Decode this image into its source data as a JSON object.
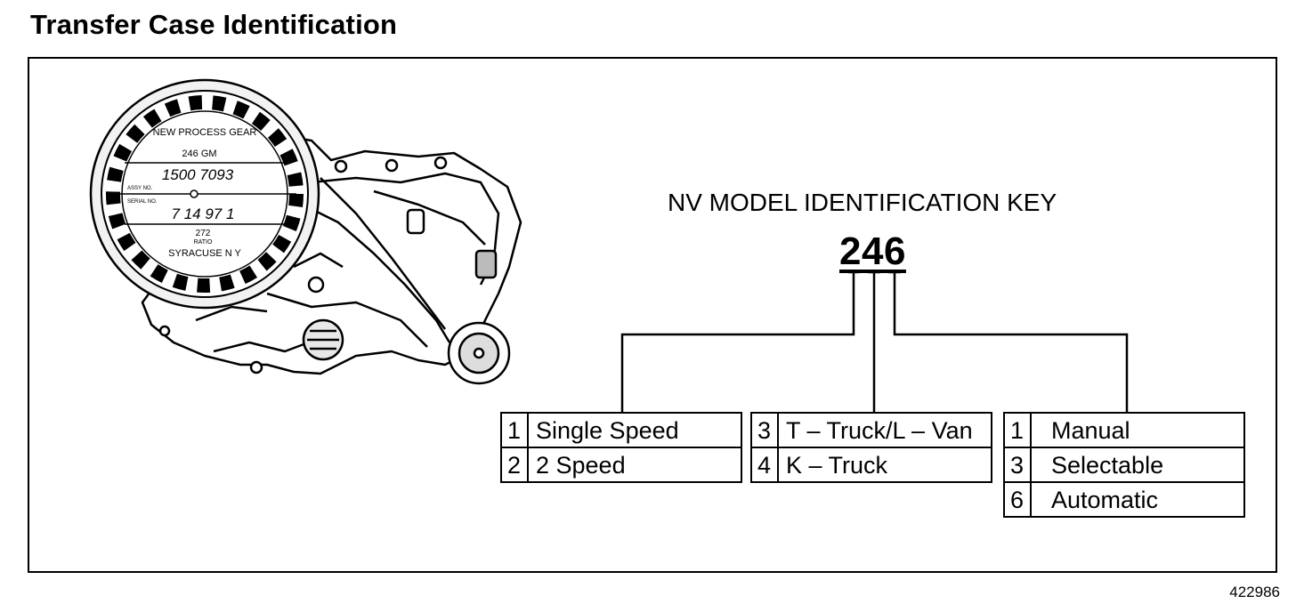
{
  "title": "Transfer Case Identification",
  "figure_number": "422986",
  "key": {
    "title": "NV MODEL IDENTIFICATION KEY",
    "model": "246"
  },
  "tag": {
    "top_text": "NEW PROCESS GEAR",
    "model_line": "246 GM",
    "part_number": "1500 7093",
    "assy_label": "ASSY NO.",
    "serial_label": "SERIAL NO.",
    "serial_number": "7 14 97 1",
    "ratio": "272",
    "ratio_label": "RATIO",
    "bottom_text": "SYRACUSE N Y"
  },
  "tables": {
    "speed": [
      {
        "code": "1",
        "label": "Single Speed"
      },
      {
        "code": "2",
        "label": "2 Speed"
      }
    ],
    "vehicle": [
      {
        "code": "3",
        "label": "T – Truck/L – Van"
      },
      {
        "code": "4",
        "label": "K – Truck"
      }
    ],
    "shift": [
      {
        "code": "1",
        "label": "Manual"
      },
      {
        "code": "3",
        "label": "Selectable"
      },
      {
        "code": "6",
        "label": "Automatic"
      }
    ]
  }
}
